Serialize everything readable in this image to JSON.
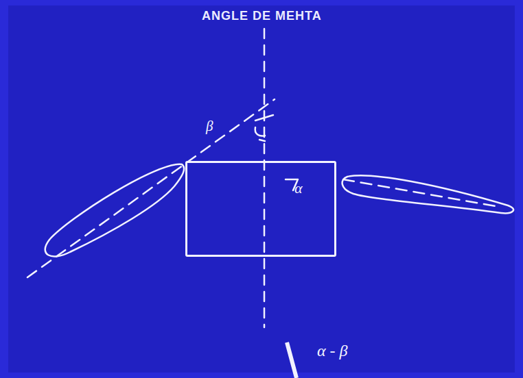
{
  "diagram": {
    "title": "ANGLE DE MEHTA",
    "nodes": [
      {
        "text": [
          "α"
        ]
      }
    ],
    "labels": [
      "β",
      "α - β"
    ]
  }
}
